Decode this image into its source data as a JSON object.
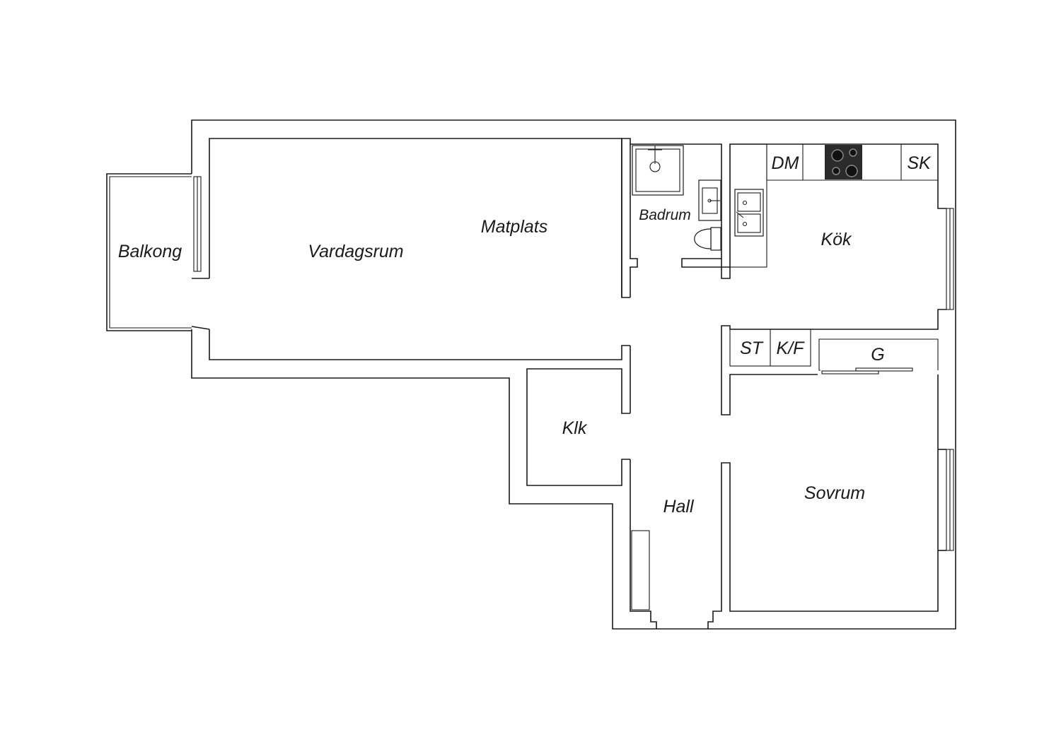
{
  "rooms": {
    "balkong": "Balkong",
    "vardagsrum": "Vardagsrum",
    "matplats": "Matplats",
    "badrum": "Badrum",
    "kok": "Kök",
    "klk": "Klk",
    "hall": "Hall",
    "sovrum": "Sovrum"
  },
  "fixtures": {
    "dm": "DM",
    "sk": "SK",
    "st": "ST",
    "kf": "K/F",
    "g": "G"
  },
  "icons": {
    "stove": "stove-icon",
    "sink": "sink-icon",
    "shower": "shower-icon",
    "toilet": "toilet-icon"
  },
  "colors": {
    "line": "#1a1a1a",
    "stove": "#2b2b2b",
    "background": "#ffffff"
  }
}
